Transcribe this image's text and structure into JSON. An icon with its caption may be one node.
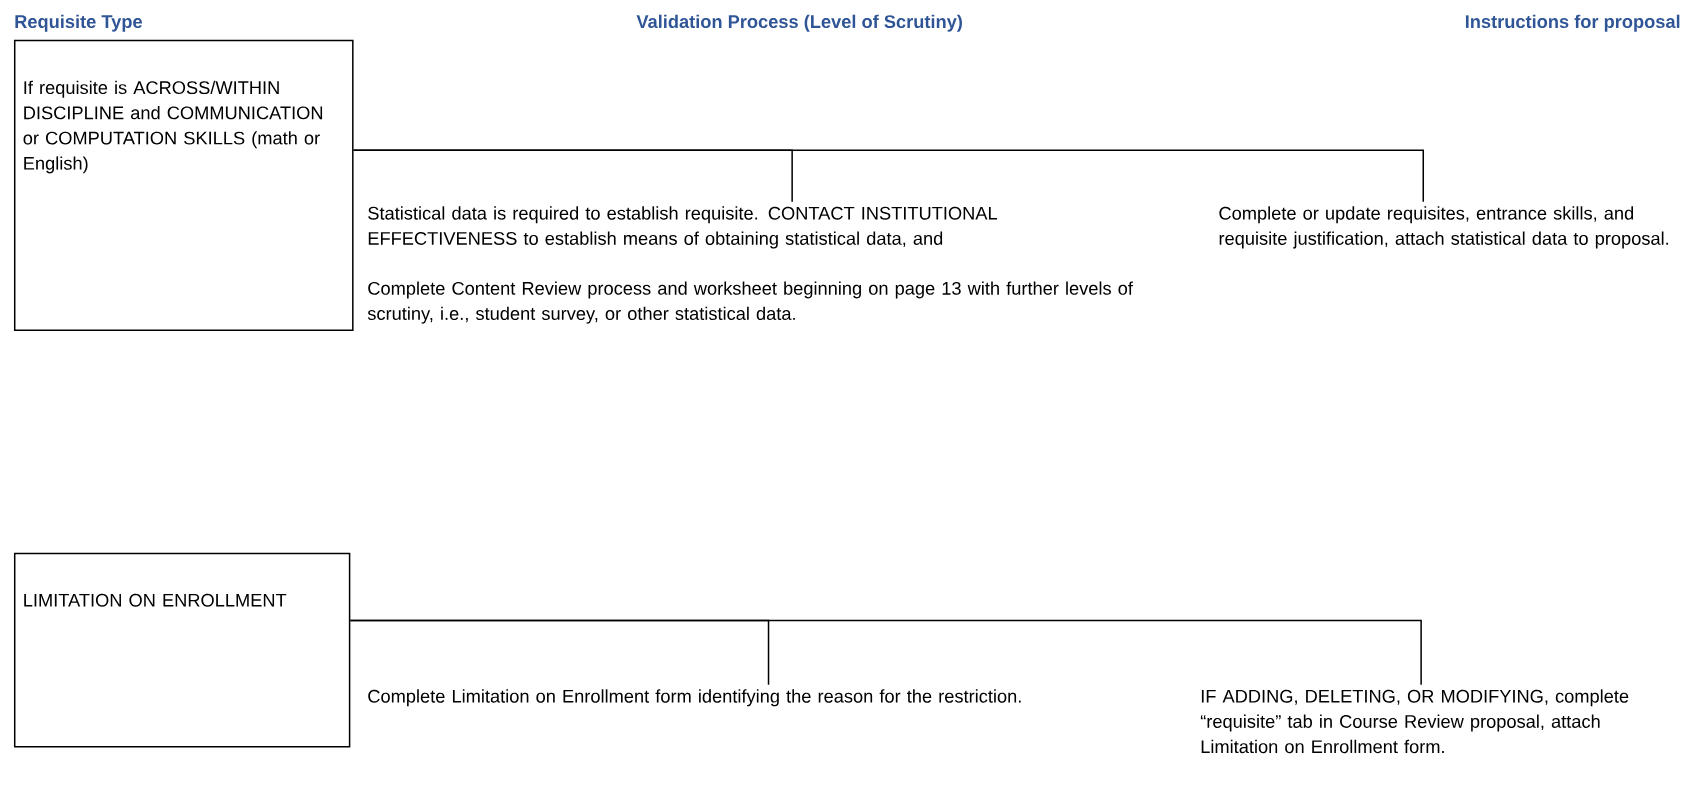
{
  "diagram": {
    "nodes": [
      {
        "text": [
          "If requisite is ACROSS/WITHIN DISCIPLINE and COMMUNICATION or COMPUTATION SKILLS (math or English)"
        ]
      },
      {
        "text": [
          "Statistical data is required to establish requisite. CONTACT INSTITUTIONAL EFFECTIVENESS to establish means of obtaining statistical data, and",
          "Complete Content Review process and worksheet beginning on page 13 with further levels of scrutiny, i.e., student survey, or other statistical data."
        ]
      },
      {
        "text": [
          "Complete or update requisites, entrance skills,  and requisite justification, attach statistical data to proposal."
        ]
      },
      {
        "text": [
          "LIMITATION ON ENROLLMENT"
        ]
      },
      {
        "text": [
          "Complete Limitation on Enrollment form identifying the reason for the restriction."
        ]
      },
      {
        "text": [
          "IF ADDING, DELETING, OR MODIFYING, complete “requisite” tab in Course Review proposal, attach Limitation on Enrollment form."
        ]
      }
    ],
    "edges": [
      {
        "from": 0,
        "to": 1,
        "arrow": "none"
      },
      {
        "from": 0,
        "to": 2,
        "arrow": "none"
      },
      {
        "from": 3,
        "to": 4,
        "arrow": "none"
      },
      {
        "from": 3,
        "to": 5,
        "arrow": "none"
      }
    ],
    "labels": [
      "Requisite Type",
      "Validation Process (Level of Scrutiny)",
      "Instructions for proposal"
    ]
  }
}
